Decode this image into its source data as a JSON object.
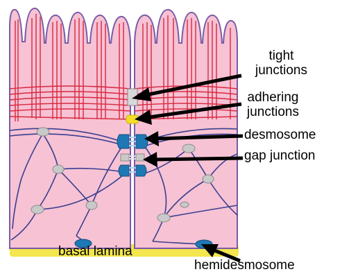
{
  "labels": {
    "tight_junctions": [
      "tight",
      "junctions"
    ],
    "adhering_junctions": [
      "adhering",
      "junctions"
    ],
    "desmosome": "desmosome",
    "gap_junction": "gap junction",
    "basal_lamina": "basal lamina",
    "hemidesmosome": "hemidesmosome"
  },
  "colors": {
    "cell_fill": "#f6c2d4",
    "microvilli_fill": "#f7c7d8",
    "cell_outline": "#7a5aa6",
    "actin": "#d8283f",
    "intermediate_filament": "#3a3f8f",
    "junction_blue": "#1e78b4",
    "adhering_yellow": "#f2dd2a",
    "basal_lamina": "#f3e64e",
    "gray_node": "#c9c9c9",
    "arrow": "#000000"
  }
}
